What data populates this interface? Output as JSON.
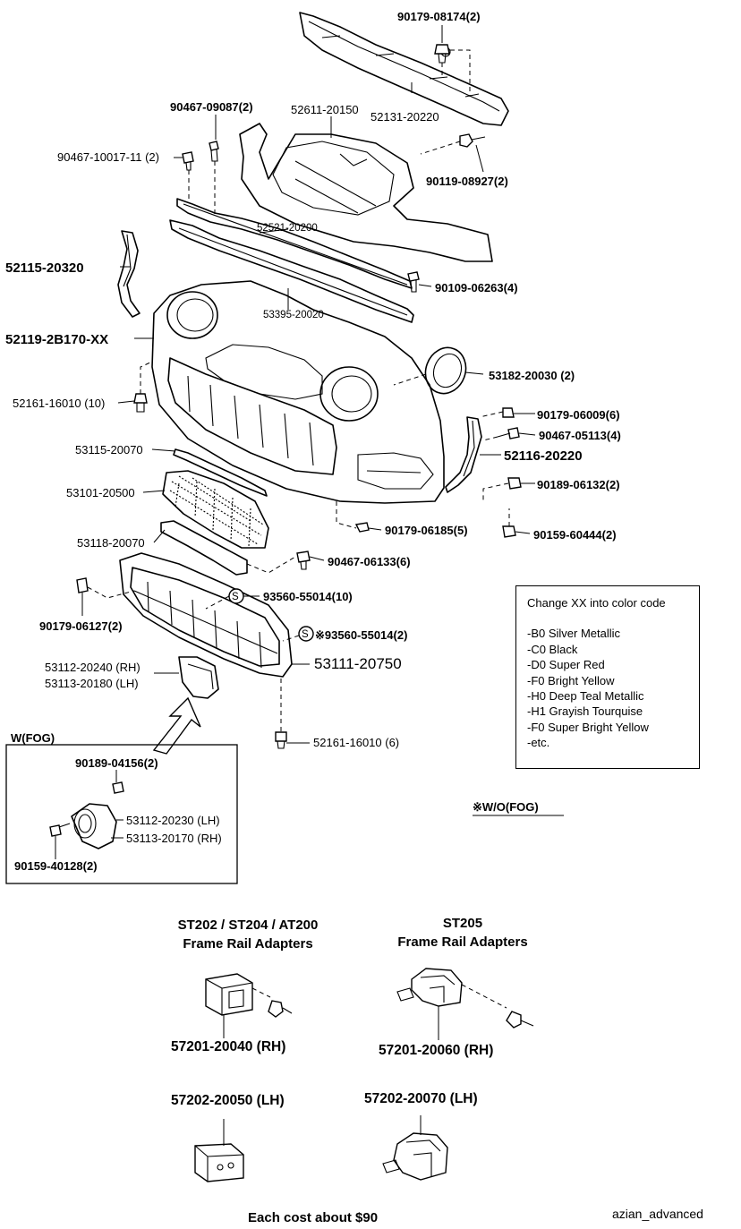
{
  "parts": {
    "p90179_08174": "90179-08174(2)",
    "p52131_20220": "52131-20220",
    "p52611_20150": "52611-20150",
    "p90467_09087": "90467-09087(2)",
    "p90467_10017": "90467-10017-11 (2)",
    "p90119_08927": "90119-08927(2)",
    "p52521_20200": "52521-20200",
    "p52115_20320": "52115-20320",
    "p90109_06263": "90109-06263(4)",
    "p53395_20020": "53395-20020",
    "p52119_2B170": "52119-2B170-XX",
    "p53182_20030": "53182-20030 (2)",
    "p52161_16010_10": "52161-16010  (10)",
    "p90179_06009": "90179-06009(6)",
    "p90467_05113": "90467-05113(4)",
    "p53115_20070": "53115-20070",
    "p52116_20220": "52116-20220",
    "p90189_06132": "90189-06132(2)",
    "p53101_20500": "53101-20500",
    "p90179_06185": "90179-06185(5)",
    "p90159_60444": "90159-60444(2)",
    "p53118_20070": "53118-20070",
    "p90467_06133": "90467-06133(6)",
    "p93560_55014_10": "93560-55014(10)",
    "p90179_06127": "90179-06127(2)",
    "p93560_55014_2": "※93560-55014(2)",
    "p53112_20240": "53112-20240  (RH)",
    "p53113_20180": "53113-20180  (LH)",
    "p53111_20750": "53111-20750",
    "p52161_16010_6": "52161-16010  (6)",
    "s_symbol": "S"
  },
  "fog_box": {
    "title": "W(FOG)",
    "p90189_04156": "90189-04156(2)",
    "p53112_20230": "53112-20230  (LH)",
    "p53113_20170": "53113-20170  (RH)",
    "p90159_40128": "90159-40128(2)"
  },
  "wo_fog": "※W/O(FOG)",
  "color_codes": {
    "header": "Change XX into color code",
    "items": [
      "-B0  Silver Metallic",
      "-C0  Black",
      "-D0  Super Red",
      "-F0  Bright Yellow",
      "-H0  Deep Teal Metallic",
      "-H1  Grayish Tourquise",
      "-F0  Super Bright Yellow",
      "-etc."
    ]
  },
  "adapters": {
    "left_title_1": "ST202 / ST204 / AT200",
    "left_title_2": "Frame Rail Adapters",
    "right_title_1": "ST205",
    "right_title_2": "Frame Rail Adapters",
    "left_rh": "57201-20040  (RH)",
    "right_rh": "57201-20060   (RH)",
    "left_lh": "57202-20050   (LH)",
    "right_lh": "57202-20070    (LH)"
  },
  "cost_note": "Each cost about $90",
  "watermark": "azian_advanced"
}
